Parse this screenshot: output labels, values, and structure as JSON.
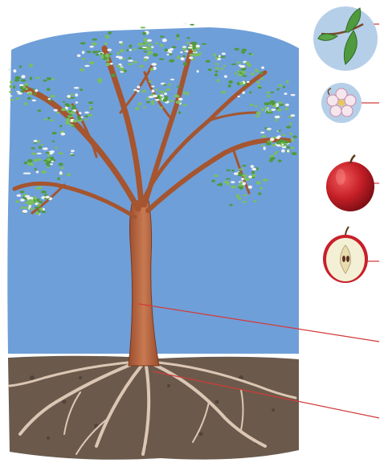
{
  "diagram": {
    "kind": "apple-tree-parts",
    "labels_shown": false,
    "colors": {
      "sky": "#6f9fd8",
      "trunk": "#b8643f",
      "soil": "#6b5a4c",
      "leaf": "#4f9a3e",
      "apple": "#c8202a",
      "leader_line": "#d23a3a"
    },
    "parts": [
      {
        "id": "leaf",
        "icon": "leaf-icon"
      },
      {
        "id": "flower",
        "icon": "blossom-icon"
      },
      {
        "id": "fruit",
        "icon": "apple-icon"
      },
      {
        "id": "cross-section",
        "icon": "apple-half-icon"
      },
      {
        "id": "trunk",
        "icon": "trunk-pointer"
      },
      {
        "id": "roots",
        "icon": "roots-pointer"
      }
    ]
  }
}
